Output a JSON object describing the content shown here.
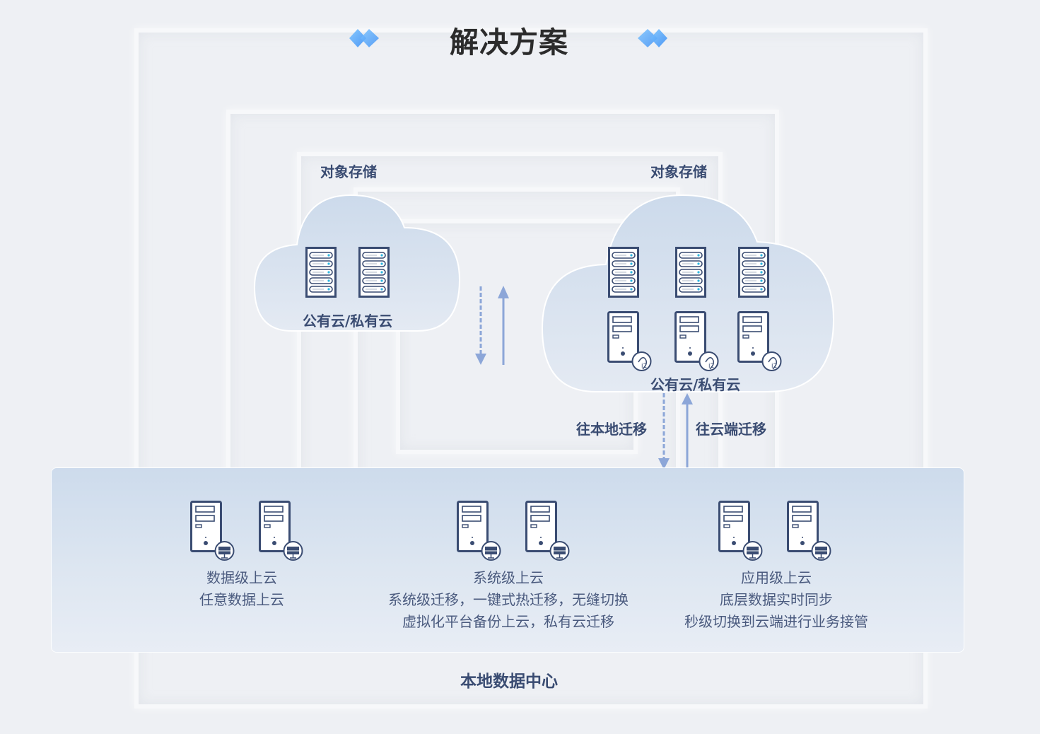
{
  "header": {
    "title": "解决方案",
    "accent_color": "#4a9dfb"
  },
  "cloud_left": {
    "storage_label": "对象存储",
    "cloud_label": "公有云/私有云",
    "rack_servers": 2,
    "tower_servers": 0
  },
  "cloud_right": {
    "storage_label": "对象存储",
    "cloud_label": "公有云/私有云",
    "rack_servers": 3,
    "tower_servers": 3,
    "tower_badge": "i2-logo"
  },
  "migration": {
    "to_local_label": "往本地迁移",
    "to_cloud_label": "往云端迁移",
    "arrow_color": "#8ca6d8"
  },
  "datacenter": {
    "title": "本地数据中心",
    "columns": [
      {
        "title": "数据级上云",
        "lines": [
          "任意数据上云"
        ]
      },
      {
        "title": "系统级上云",
        "lines": [
          "系统级迁移，一键式热迁移，无缝切换",
          "虚拟化平台备份上云，私有云迁移"
        ]
      },
      {
        "title": "应用级上云",
        "lines": [
          "底层数据实时同步",
          "秒级切换到云端进行业务接管"
        ]
      }
    ],
    "tower_badge": "monitor-icon"
  },
  "colors": {
    "icon_stroke": "#3a4c72",
    "led": "#2bb5e0",
    "text_dark": "#3a4c72",
    "text_body": "#4a5a7e"
  }
}
